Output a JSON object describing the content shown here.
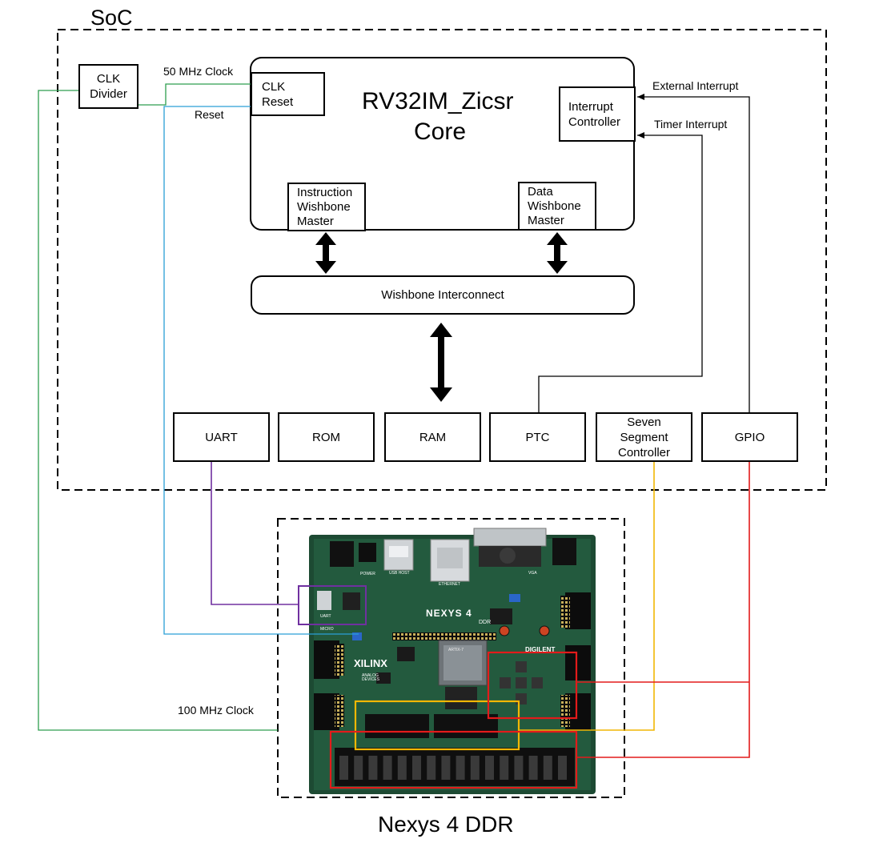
{
  "soc": {
    "title": "SoC",
    "clk_divider": "CLK\nDivider",
    "clk_50_label": "50 MHz Clock",
    "reset_label": "Reset",
    "core": {
      "title_line1": "RV32IM_Zicsr",
      "title_line2": "Core",
      "clk_reset": "CLK\nReset",
      "interrupt_controller": "Interrupt\nController",
      "instruction_master": "Instruction\nWishbone\nMaster",
      "data_master": "Data\nWishbone\nMaster"
    },
    "external_interrupt_label": "External Interrupt",
    "timer_interrupt_label": "Timer Interrupt",
    "interconnect": "Wishbone Interconnect",
    "peripherals": {
      "uart": "UART",
      "rom": "ROM",
      "ram": "RAM",
      "ptc": "PTC",
      "seven_segment": "Seven\nSegment\nController",
      "gpio": "GPIO"
    }
  },
  "board": {
    "title": "Nexys 4 DDR",
    "clk_100_label": "100 MHz Clock",
    "silkscreen": {
      "nexys": "NEXYS 4",
      "ddr": "DDR",
      "xilinx": "XILINX",
      "digilent": "DIGILENT",
      "analog": "ANALOG\nDEVICES",
      "artix": "ARTIX-7",
      "usb_host": "USB HOST",
      "ethernet": "ETHERNET",
      "vga": "VGA",
      "power": "POWER",
      "uart": "UART",
      "micro": "MICRO"
    }
  },
  "colors": {
    "clock_line": "#2e9e4f",
    "reset_line": "#2a9fd6",
    "uart_line": "#7030a0",
    "seven_segment_line": "#f2b705",
    "gpio_line": "#e31b1b",
    "board_pcb": "#1d4a33"
  }
}
